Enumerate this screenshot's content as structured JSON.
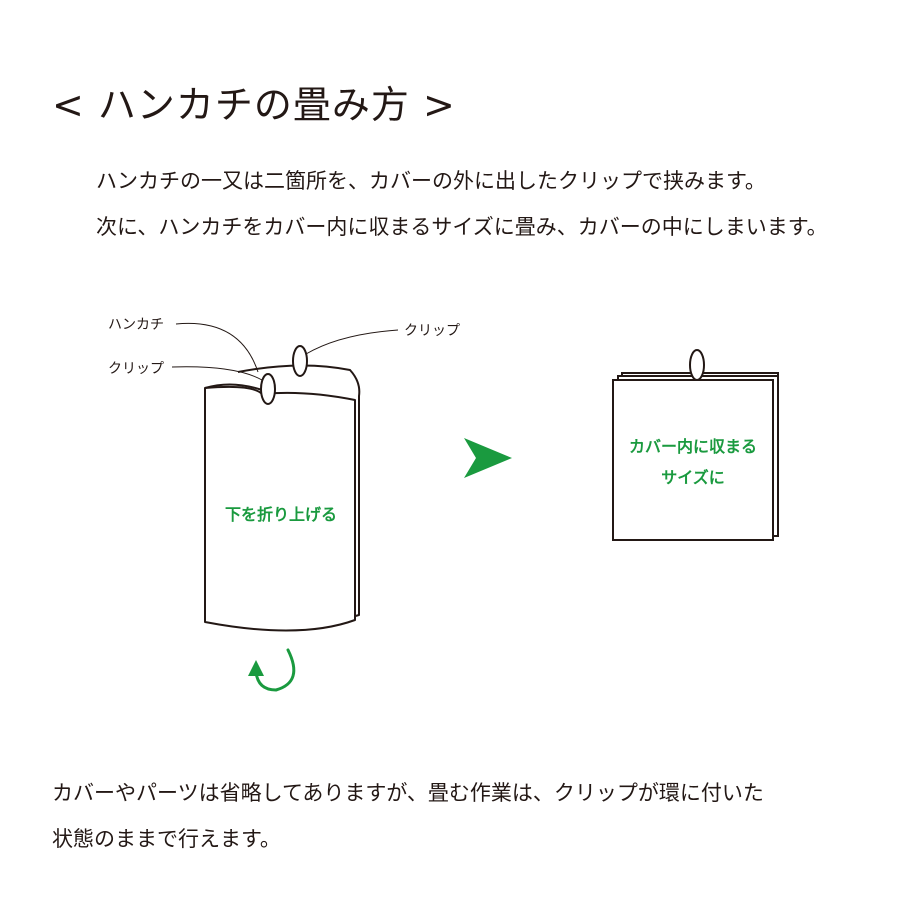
{
  "title": "< ハンカチの畳み方 >",
  "intro": {
    "line1": "ハンカチの一又は二箇所を、カバーの外に出したクリップで挟みます。",
    "line2": "次に、ハンカチをカバー内に収まるサイズに畳み、カバーの中にしまいます。"
  },
  "diagram": {
    "label_handkerchief": "ハンカチ",
    "label_clip_top": "クリップ",
    "label_clip_left": "クリップ",
    "fold_instruction": "下を折り上げる",
    "fit_instruction_line1": "カバー内に収まる",
    "fit_instruction_line2": "サイズに",
    "accent_color": "#1a9a3f"
  },
  "note": {
    "line1": "カバーやパーツは省略してありますが、畳む作業は、クリップが環に付いた",
    "line2": "状態のままで行えます。"
  }
}
